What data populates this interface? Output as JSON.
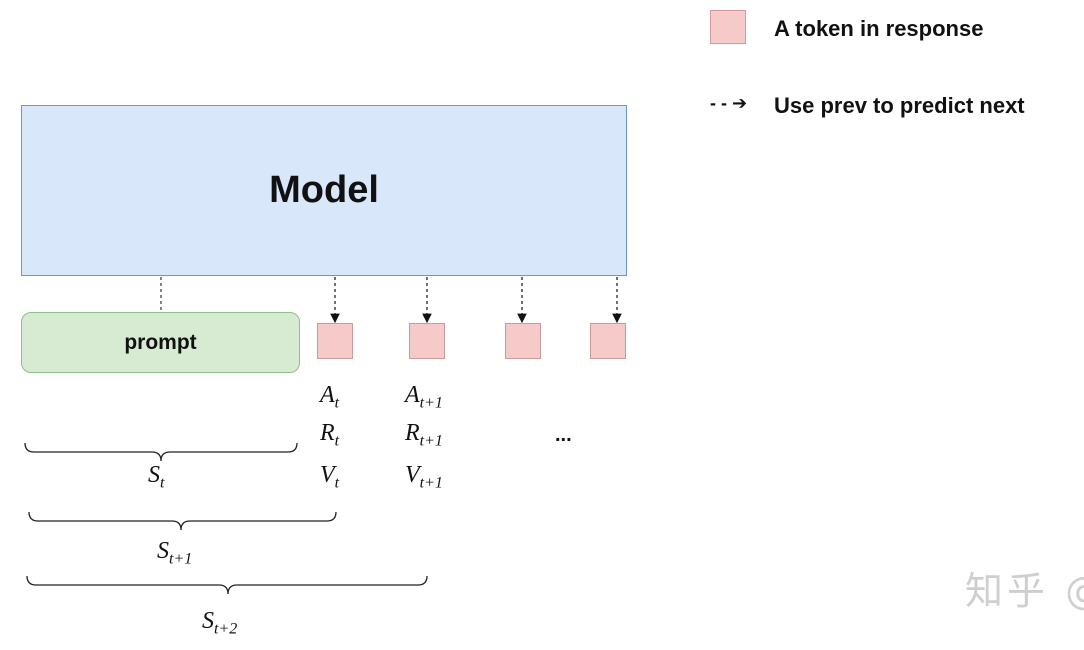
{
  "legend": {
    "token_label": "A token in response",
    "arrow_symbol": "- - ➔",
    "arrow_label": "Use prev to predict next"
  },
  "model": {
    "label": "Model"
  },
  "prompt": {
    "label": "prompt"
  },
  "tokens": [
    {
      "a": [
        "A",
        "t"
      ],
      "r": [
        "R",
        "t"
      ],
      "v": [
        "V",
        "t"
      ]
    },
    {
      "a": [
        "A",
        "t+1"
      ],
      "r": [
        "R",
        "t+1"
      ],
      "v": [
        "V",
        "t+1"
      ]
    }
  ],
  "ellipsis": "...",
  "states": [
    {
      "base": "S",
      "sub": "t"
    },
    {
      "base": "S",
      "sub": "t+1"
    },
    {
      "base": "S",
      "sub": "t+2"
    }
  ],
  "watermark": "知乎 @",
  "colors": {
    "token_fill": "#f7caca",
    "model_fill": "#d9e7fb",
    "prompt_fill": "#d7ebd2"
  }
}
